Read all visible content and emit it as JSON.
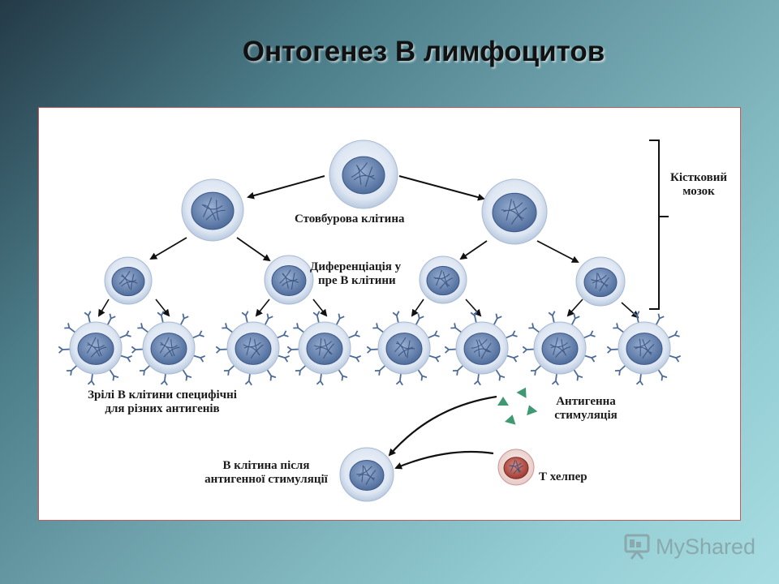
{
  "title": "Онтогенез В лимфоцитов",
  "labels": {
    "stem_cell": "Стовбурова клітина",
    "differentiation_line1": "Диференціація у",
    "differentiation_line2": "пре В клітини",
    "bone_marrow_line1": "Кістковий",
    "bone_marrow_line2": "мозок",
    "mature_line1": "Зрілі В клітини специфічні",
    "mature_line2": "для різних антигенів",
    "antigen_line1": "Антигенна",
    "antigen_line2": "стимуляція",
    "post_stim_line1": "В клітина після",
    "post_stim_line2": "антигенної стимуляції",
    "t_helper": "Т хелпер"
  },
  "watermark": {
    "text": "MyShared",
    "icon": "presentation-board-icon"
  },
  "colors": {
    "nucleus": "#5d7ba8",
    "cell_halo": "#d8e3f1",
    "receptor": "#4d6b98",
    "antigen": "#3f9a73",
    "t_helper_nucleus": "#b84a40",
    "arrow": "#111111",
    "panel_border": "#c45b5b"
  }
}
